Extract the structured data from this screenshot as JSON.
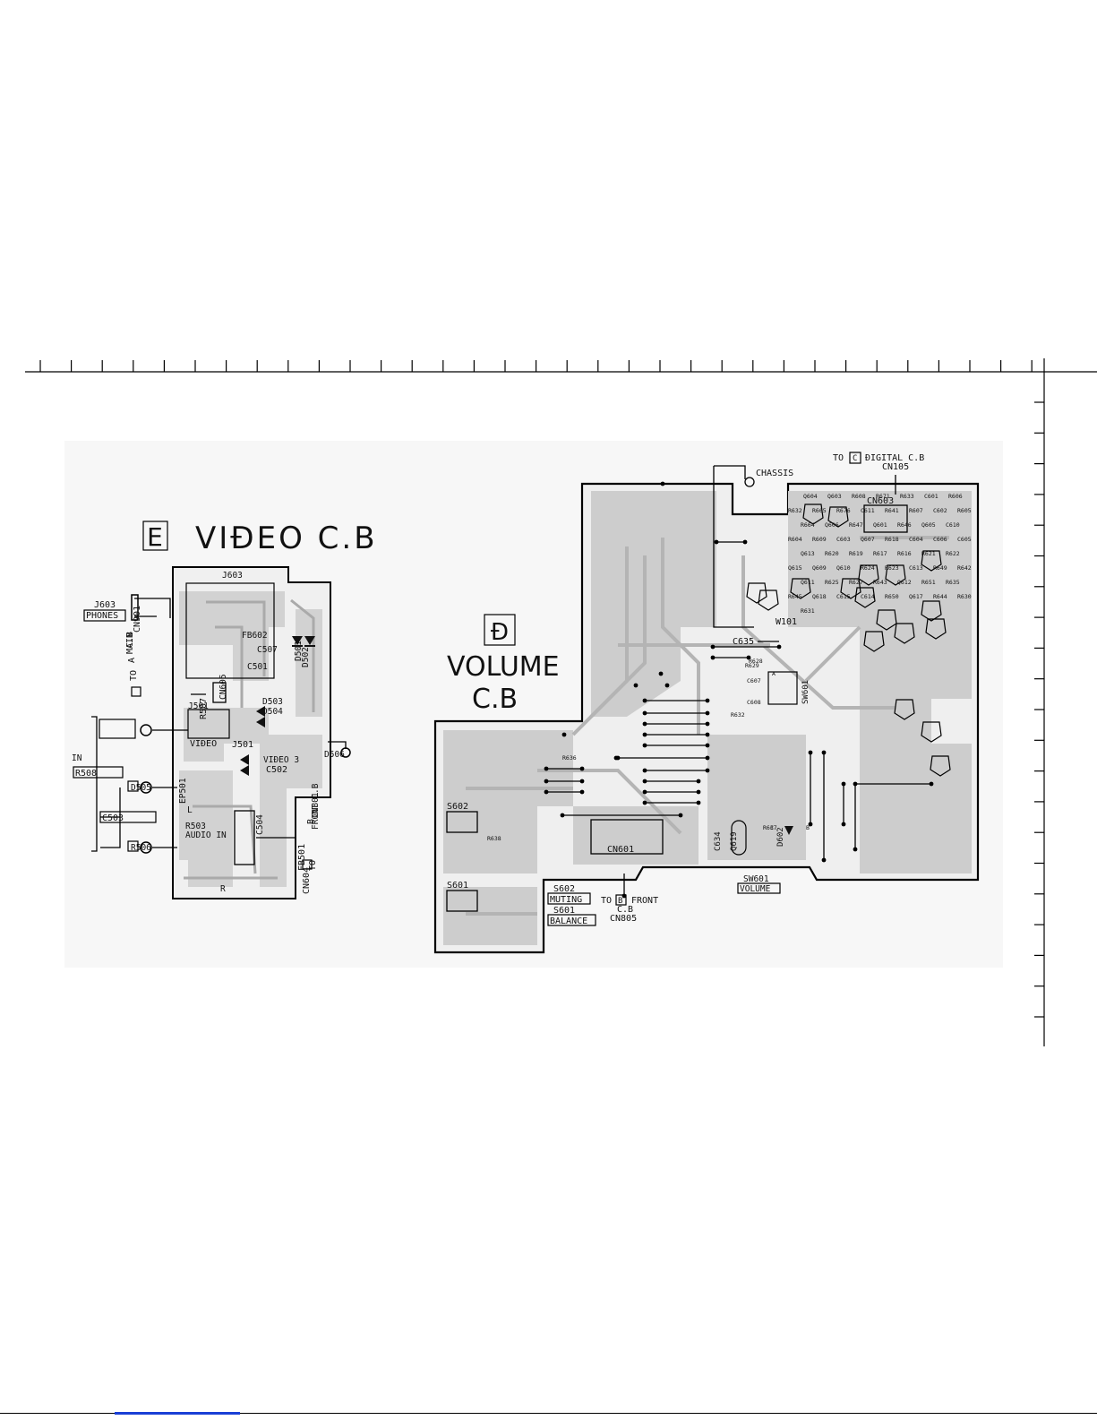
{
  "boards": {
    "video": {
      "marker": "E",
      "title": "VIĐEO C.B",
      "refs": [
        "J603",
        "J603",
        "PHONES",
        "TO",
        "A",
        "MAIN",
        "C.B",
        "CN901",
        "CN605",
        "FB602",
        "C507",
        "D501",
        "D502",
        "C501",
        "D503",
        "D504",
        "J501",
        "R507",
        "VIĐEO",
        "IN",
        "R508",
        "J501",
        "VIĐEO 3",
        "C502",
        "D506",
        "D505",
        "EP501",
        "L",
        "C503",
        "R503",
        "AUDIO IN",
        "R506",
        "C504",
        "R",
        "CN604",
        "FB501",
        "TO",
        "B",
        "FRONT C.B",
        "CN801"
      ]
    },
    "volume": {
      "marker": "Đ",
      "title_line1": "VOLUME",
      "title_line2": "C.B",
      "chassis": "CHASSIS",
      "to_digital": "TO",
      "digital_marker": "C",
      "digital_label": "ĐIGITAL C.B",
      "cn105": "CN105",
      "cn603": "CN603",
      "w101": "W101",
      "c635": "C635",
      "sw601": "SW601",
      "sw601_caption": "SW601",
      "volume_caption": "VOLUME",
      "s602_top": "S602",
      "s601_top": "S601",
      "s602_caption": "S602",
      "muting": "MUTING",
      "s601_caption": "S601",
      "balance": "BALANCE",
      "to_front": "TO",
      "front_marker": "B",
      "front_label": "FRONT",
      "front_cb": "C.B",
      "cn805": "CN805",
      "cn601": "CN601",
      "c634": "C634",
      "q619": "Q619",
      "d602": "D602",
      "small_refs": [
        "Q604",
        "Q603",
        "R608",
        "R671",
        "R633",
        "C601",
        "R606",
        "R632",
        "R665",
        "R676",
        "C611",
        "R641",
        "R607",
        "C602",
        "R605",
        "R664",
        "Q606",
        "R647",
        "Q601",
        "R646",
        "Q605",
        "C610",
        "R604",
        "R609",
        "C603",
        "Q607",
        "R618",
        "C604",
        "C606",
        "C605",
        "Q613",
        "R620",
        "R619",
        "R617",
        "R616",
        "R621",
        "R622",
        "Q615",
        "Q609",
        "Q610",
        "R624",
        "R623",
        "C613",
        "R649",
        "R642",
        "Q611",
        "R625",
        "R627",
        "R643",
        "Q612",
        "R651",
        "R635",
        "R645",
        "Q618",
        "C615",
        "C614",
        "R650",
        "Q617",
        "R644",
        "R630",
        "R631",
        "R629",
        "R628",
        "C607",
        "C608",
        "R632",
        "R636",
        "R638",
        "R637",
        "C",
        "B",
        "A"
      ]
    }
  },
  "colors": {
    "ink": "#111111",
    "copper": "#cfcfcf",
    "board_bg": "#f5f5f5",
    "link": "#1a3fd6"
  }
}
